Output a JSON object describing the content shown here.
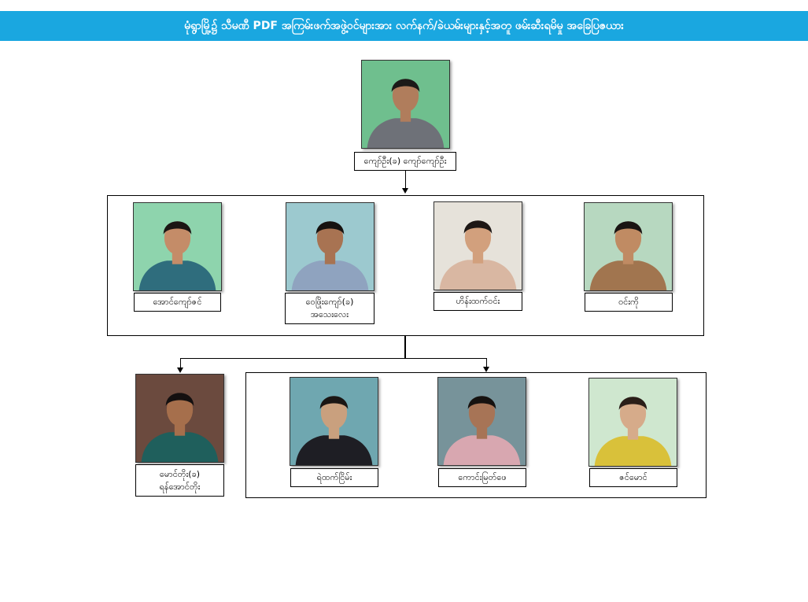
{
  "title": "မုံရွာမြို့၌ သီမဏီ PDF အကြမ်းဖက်အဖွဲ့ဝင်များအား လက်နက်/ခဲယမ်းများနှင့်အတူ ဖမ်းဆီးရမိမှု အခြေပြဇယား",
  "leader": {
    "name": "ကျော်ဦး(ခ) ကျော်ကျော်ဦး",
    "bg": "#6fbf8e",
    "shirt": "#6e7178",
    "skin": "#b07d5c",
    "hair": "#1c1a18"
  },
  "tier2": [
    {
      "name": "အောင်ကျော်ဇင်",
      "bg": "#8ed4ad",
      "shirt": "#2f6d7d",
      "skin": "#c48c68",
      "hair": "#1b1614"
    },
    {
      "name": "ဝေဖြိုးကျော်(ခ)",
      "name2": "အသေးလေး",
      "bg": "#9cc9cf",
      "shirt": "#8fa3bf",
      "skin": "#a87352",
      "hair": "#161210"
    },
    {
      "name": "ဟိန်းထက်ဝင်း",
      "bg": "#e6e2da",
      "shirt": "#d9b7a2",
      "skin": "#d2a07d",
      "hair": "#1d1715"
    },
    {
      "name": "ဝင်းကို",
      "bg": "#b7d8c0",
      "shirt": "#a1754f",
      "skin": "#c08b63",
      "hair": "#1a1513"
    }
  ],
  "tier3_left": {
    "name": "မောင်တိုး(ခ)",
    "name2": "ရန်အောင်တိုး",
    "bg": "#6b4a3e",
    "shirt": "#1f5f5c",
    "skin": "#a66f4c",
    "hair": "#141010"
  },
  "tier3": [
    {
      "name": "ရဲထက်ငြိမ်း",
      "bg": "#6fa7b0",
      "shirt": "#1e1e24",
      "skin": "#c9a07e",
      "hair": "#1a1614"
    },
    {
      "name": "ကောင်းမြတ်ဖေ",
      "bg": "#77939a",
      "shirt": "#d8a7b0",
      "skin": "#a77456",
      "hair": "#161210"
    },
    {
      "name": "ဇင်မောင်",
      "bg": "#cfe7cf",
      "shirt": "#d9c13a",
      "skin": "#d6ab8a",
      "hair": "#2a1e18"
    }
  ]
}
